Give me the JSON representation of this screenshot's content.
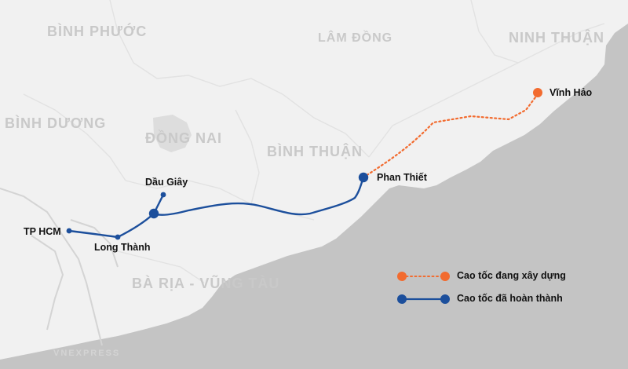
{
  "regions": {
    "binh_phuoc": "BÌNH PHƯỚC",
    "lam_dong": "LÂM ĐỒNG",
    "ninh_thuan": "NINH THUẬN",
    "binh_duong": "BÌNH DƯƠNG",
    "dong_nai": "ĐỒNG NAI",
    "binh_thuan": "BÌNH THUẬN",
    "ba_ria_vung_tau": "BÀ RỊA - VŨNG TÀU"
  },
  "places": {
    "tp_hcm": "TP HCM",
    "long_thanh": "Long Thành",
    "dau_giay": "Dầu Giây",
    "phan_thiet": "Phan Thiết",
    "vinh_hao": "Vĩnh Hảo"
  },
  "legend": {
    "under_construction": "Cao tốc đang xây dựng",
    "completed": "Cao tốc đã hoàn thành"
  },
  "colors": {
    "land": "#f1f1f1",
    "sea": "#c4c4c4",
    "completed_route": "#1c4f9c",
    "construction_route": "#f26b2f",
    "region_label": "#c9c9c9"
  },
  "watermark": "VNEXPRESS"
}
